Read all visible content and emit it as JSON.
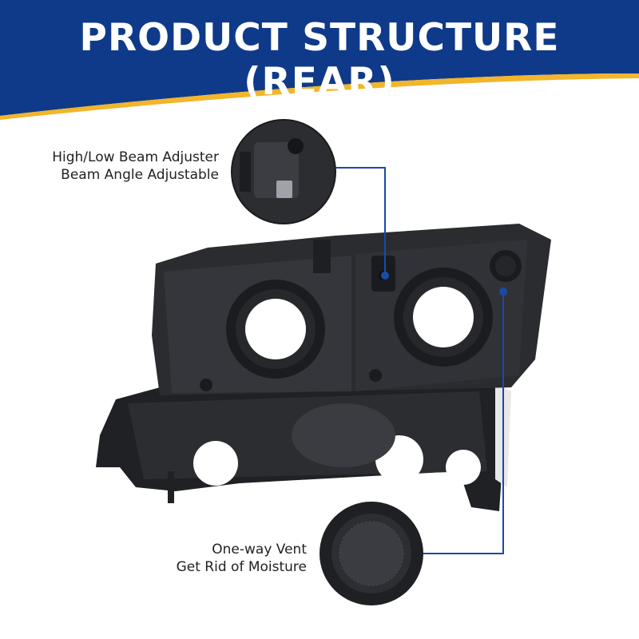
{
  "banner": {
    "title": "PRODUCT STRUCTURE (REAR)",
    "colors": {
      "navy": "#0f3a8a",
      "gold": "#f2b52b"
    }
  },
  "callouts": [
    {
      "id": "beam-adjuster",
      "lines": [
        "High/Low Beam Adjuster",
        "Beam Angle Adjustable"
      ],
      "icon": "beam-adjuster-closeup"
    },
    {
      "id": "vent",
      "lines": [
        "One-way Vent",
        "Get Rid of Moisture"
      ],
      "icon": "vent-closeup"
    }
  ],
  "colors": {
    "leader_line": "#1a4aa8",
    "housing": "#2a2c30"
  }
}
